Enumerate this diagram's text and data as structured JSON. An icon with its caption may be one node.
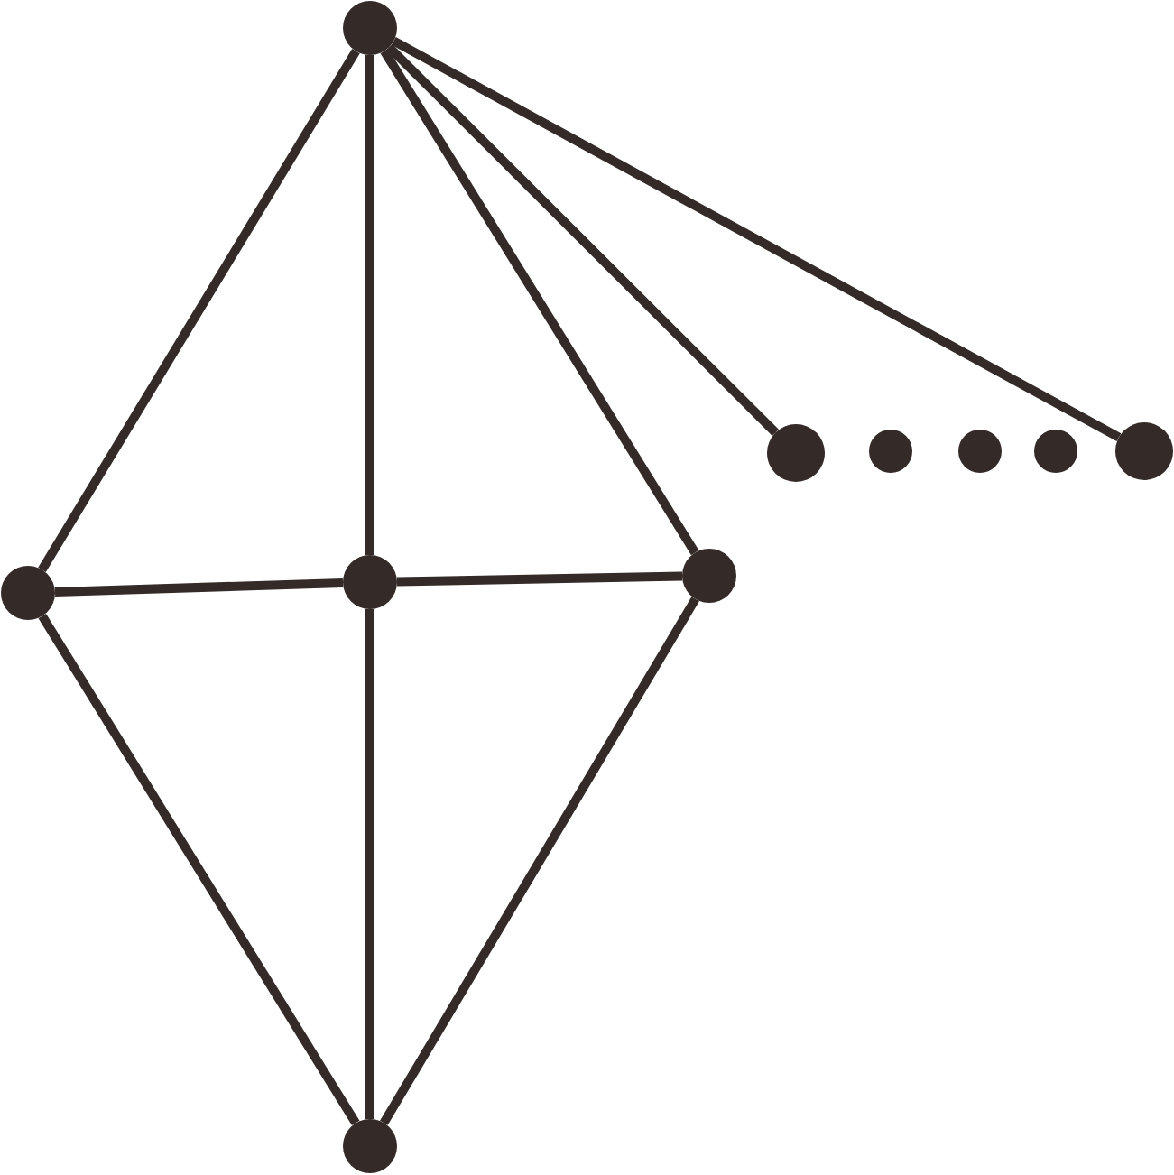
{
  "diagram": {
    "nodes": [
      {
        "text": [],
        "shape": "circle"
      },
      {
        "text": [],
        "shape": "circle"
      },
      {
        "text": [],
        "shape": "circle"
      },
      {
        "text": [],
        "shape": "circle"
      },
      {
        "text": [],
        "shape": "circle"
      },
      {
        "text": [],
        "shape": "circle"
      },
      {
        "text": [],
        "shape": "circle"
      },
      {
        "text": [],
        "shape": "circle"
      },
      {
        "text": [],
        "shape": "circle"
      },
      {
        "text": [],
        "shape": "circle"
      }
    ],
    "edges": [
      {
        "from": 0,
        "to": 1,
        "arrow": "none"
      },
      {
        "from": 0,
        "to": 2,
        "arrow": "none"
      },
      {
        "from": 0,
        "to": 3,
        "arrow": "none"
      },
      {
        "from": 0,
        "to": 5,
        "arrow": "none"
      },
      {
        "from": 0,
        "to": 9,
        "arrow": "none"
      },
      {
        "from": 1,
        "to": 2,
        "arrow": "none"
      },
      {
        "from": 2,
        "to": 3,
        "arrow": "none"
      },
      {
        "from": 1,
        "to": 4,
        "arrow": "none"
      },
      {
        "from": 2,
        "to": 4,
        "arrow": "none"
      },
      {
        "from": 3,
        "to": 4,
        "arrow": "none"
      }
    ]
  }
}
